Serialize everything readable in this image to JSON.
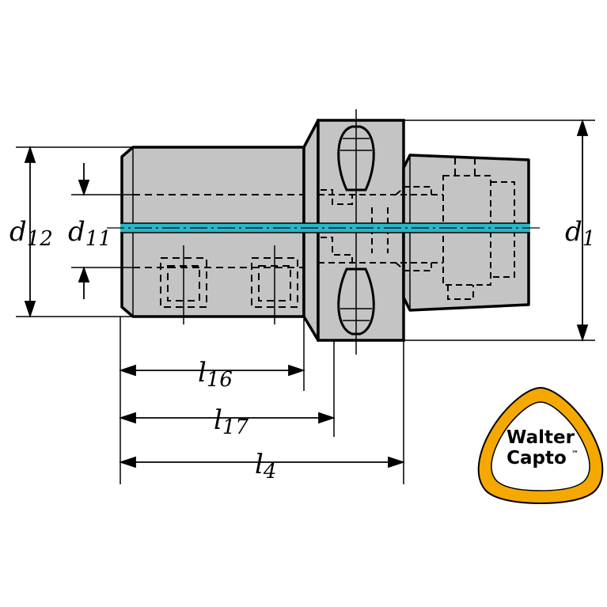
{
  "colors": {
    "body_fill": "#c4c4c4",
    "outline": "#000000",
    "coolant": "#29b6c8",
    "logo_ring": "#f5a800",
    "logo_bg": "#ffffff"
  },
  "dimensions": {
    "d12": {
      "base": "d",
      "sub": "12"
    },
    "d11": {
      "base": "d",
      "sub": "11"
    },
    "d1": {
      "base": "d",
      "sub": "1"
    },
    "l16": {
      "base": "l",
      "sub": "16"
    },
    "l17": {
      "base": "l",
      "sub": "17"
    },
    "l4": {
      "base": "l",
      "sub": "4"
    }
  },
  "logo": {
    "line1": "Walter",
    "line2": "Capto",
    "tm": "™"
  }
}
